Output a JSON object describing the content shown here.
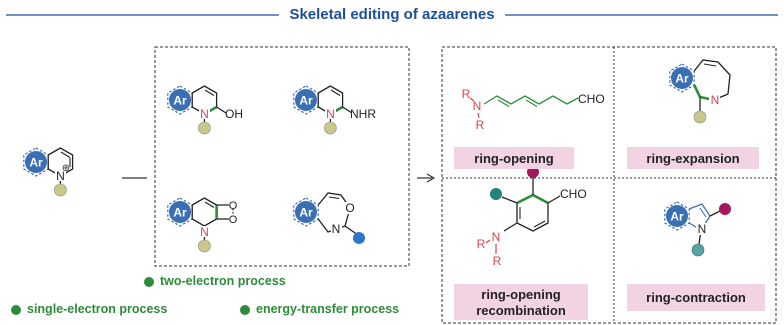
{
  "title": "Skeletal editing of azaarenes",
  "labels": {
    "ar": "Ar",
    "n": "N",
    "o": "O",
    "r": "R",
    "oh": "OH",
    "nhr": "NHR",
    "cho": "CHO",
    "plus": "⊕"
  },
  "outcomes": {
    "ring_opening": "ring-opening",
    "ring_expansion": "ring-expansion",
    "ring_opening_recombination_line1": "ring-opening",
    "ring_opening_recombination_line2": "recombination",
    "ring_contraction": "ring-contraction"
  },
  "legend": {
    "two_electron": "two-electron process",
    "single_electron": "single-electron process",
    "energy_transfer": "energy-transfer process"
  },
  "colors": {
    "title_blue": "#1f4e9a",
    "ar_blue": "#3a6fb5",
    "bond_green": "#2e8b3a",
    "nitrogen_red": "#d9434f",
    "substituent_olive": "#c9c889",
    "magenta_dot": "#a3195b",
    "teal_dot": "#23837a",
    "blue_dot": "#2f77c8",
    "label_box_pink": "#f2d3e3"
  }
}
